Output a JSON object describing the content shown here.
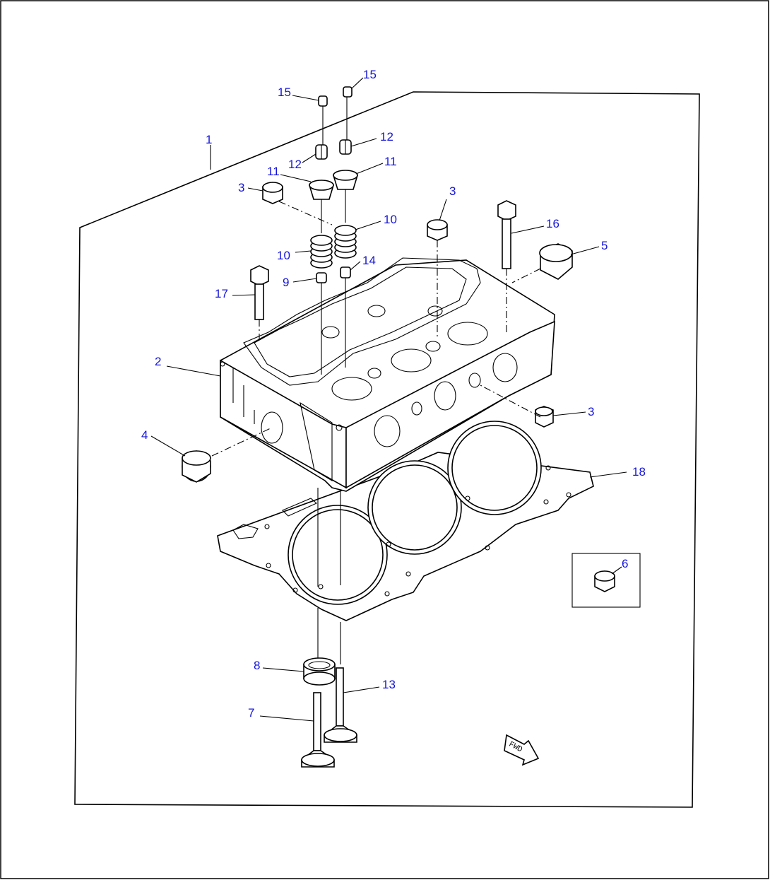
{
  "diagram": {
    "fwd_mark": "FWD",
    "callouts": [
      {
        "id": "c1",
        "text": "1"
      },
      {
        "id": "c2",
        "text": "2"
      },
      {
        "id": "c3a",
        "text": "3"
      },
      {
        "id": "c3b",
        "text": "3"
      },
      {
        "id": "c3c",
        "text": "3"
      },
      {
        "id": "c4",
        "text": "4"
      },
      {
        "id": "c5",
        "text": "5"
      },
      {
        "id": "c6",
        "text": "6"
      },
      {
        "id": "c7",
        "text": "7"
      },
      {
        "id": "c8",
        "text": "8"
      },
      {
        "id": "c9",
        "text": "9"
      },
      {
        "id": "c10a",
        "text": "10"
      },
      {
        "id": "c10b",
        "text": "10"
      },
      {
        "id": "c11a",
        "text": "11"
      },
      {
        "id": "c11b",
        "text": "11"
      },
      {
        "id": "c12a",
        "text": "12"
      },
      {
        "id": "c12b",
        "text": "12"
      },
      {
        "id": "c13",
        "text": "13"
      },
      {
        "id": "c14",
        "text": "14"
      },
      {
        "id": "c15a",
        "text": "15"
      },
      {
        "id": "c15b",
        "text": "15"
      },
      {
        "id": "c16",
        "text": "16"
      },
      {
        "id": "c17",
        "text": "17"
      },
      {
        "id": "c18",
        "text": "18"
      }
    ]
  }
}
